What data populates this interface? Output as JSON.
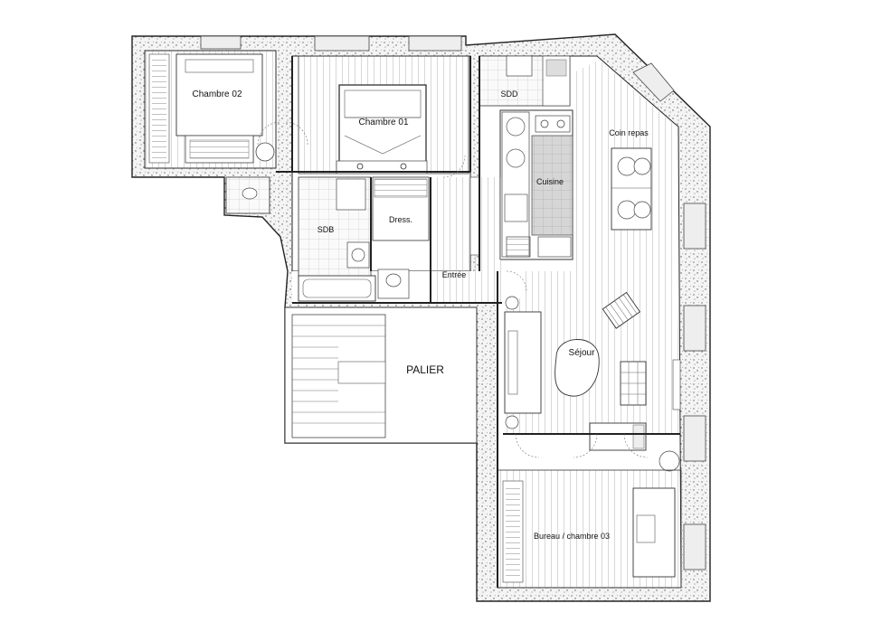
{
  "rooms": {
    "chambre02": "Chambre 02",
    "chambre01": "Chambre 01",
    "sdd": "SDD",
    "coin_repas": "Coin repas",
    "cuisine": "Cuisine",
    "sdb": "SDB",
    "dressing": "Dress.",
    "entree": "Entrée",
    "palier": "PALIER",
    "sejour": "Séjour",
    "bureau": "Bureau / chambre 03"
  }
}
